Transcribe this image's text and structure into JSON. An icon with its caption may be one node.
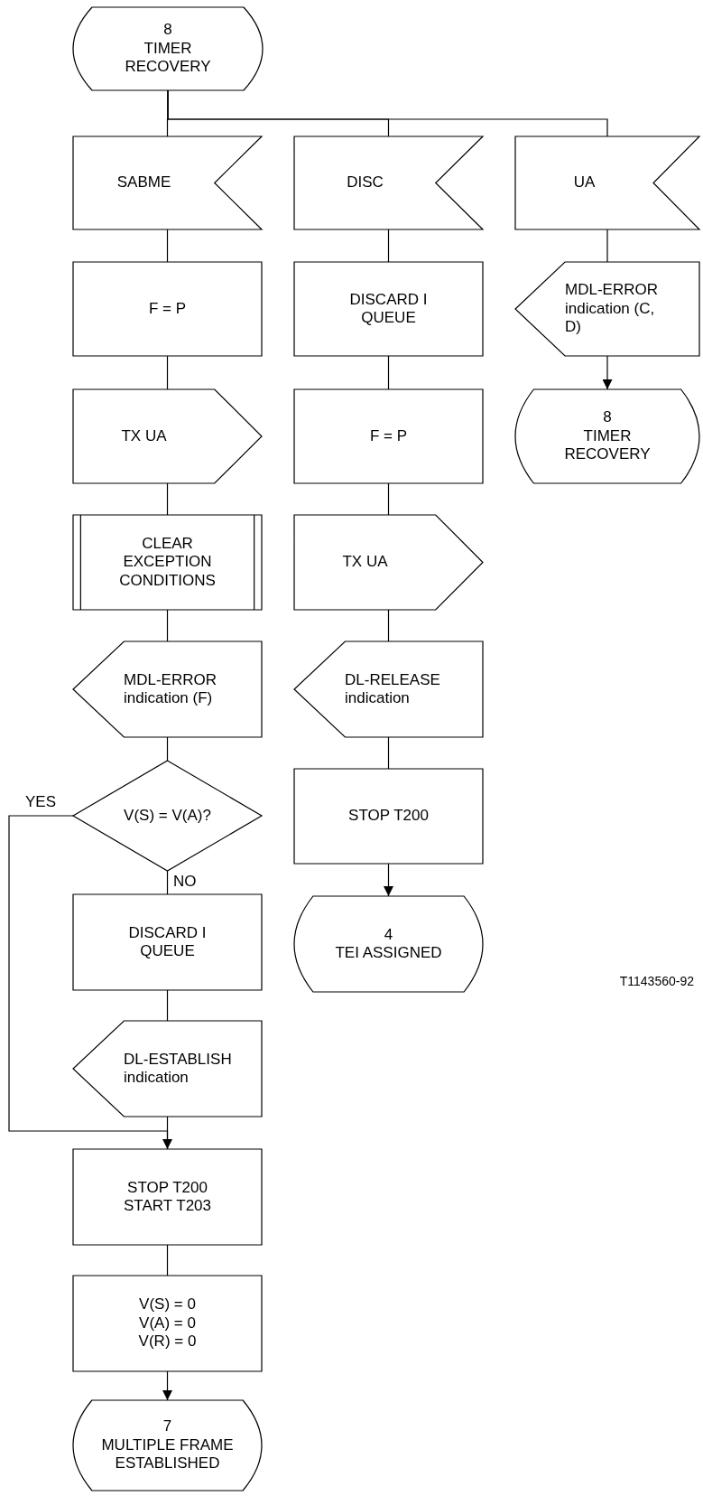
{
  "diagram": {
    "nodes": [
      {
        "text": [
          "8",
          "TIMER RECOVERY"
        ]
      },
      {
        "text": [
          "SABME"
        ]
      },
      {
        "text": [
          "DISC"
        ]
      },
      {
        "text": [
          "UA"
        ]
      },
      {
        "text": [
          "F = P"
        ]
      },
      {
        "text": [
          "DISCARD I QUEUE"
        ]
      },
      {
        "text": [
          "MDL-ERROR indication (C, D)"
        ]
      },
      {
        "text": [
          "8",
          "TIMER RECOVERY"
        ]
      },
      {
        "text": [
          "TX UA"
        ]
      },
      {
        "text": [
          "F = P"
        ]
      },
      {
        "text": [
          "CLEAR EXCEPTION CONDITIONS"
        ]
      },
      {
        "text": [
          "TX UA"
        ]
      },
      {
        "text": [
          "MDL-ERROR indication (F)"
        ]
      },
      {
        "text": [
          "DL-RELEASE indication"
        ]
      },
      {
        "text": [
          "V(S) = V(A)?"
        ]
      },
      {
        "text": [
          "STOP T200"
        ]
      },
      {
        "text": [
          "DISCARD I QUEUE"
        ]
      },
      {
        "text": [
          "4",
          "TEI ASSIGNED"
        ]
      },
      {
        "text": [
          "DL-ESTABLISH indication"
        ]
      },
      {
        "text": [
          "STOP T200",
          "START T203"
        ]
      },
      {
        "text": [
          "V(S) = 0",
          "V(A) = 0",
          "V(R) = 0"
        ]
      },
      {
        "text": [
          "7",
          "MULTIPLE FRAME ESTABLISHED"
        ]
      }
    ],
    "edges": [
      {
        "from": 0,
        "to": 1,
        "arrow": "none"
      },
      {
        "from": 0,
        "to": 2,
        "arrow": "none"
      },
      {
        "from": 0,
        "to": 3,
        "arrow": "none"
      },
      {
        "from": 1,
        "to": 4,
        "arrow": "none"
      },
      {
        "from": 4,
        "to": 8,
        "arrow": "none"
      },
      {
        "from": 8,
        "to": 10,
        "arrow": "none"
      },
      {
        "from": 10,
        "to": 12,
        "arrow": "none"
      },
      {
        "from": 12,
        "to": 14,
        "arrow": "none"
      },
      {
        "from": 14,
        "to": 16,
        "arrow": "none",
        "label": "NO"
      },
      {
        "from": 16,
        "to": 18,
        "arrow": "none"
      },
      {
        "from": 18,
        "to": 19,
        "arrow": "none"
      },
      {
        "from": 14,
        "to": 19,
        "arrow": "to",
        "label": "YES"
      },
      {
        "from": 19,
        "to": 20,
        "arrow": "none"
      },
      {
        "from": 20,
        "to": 21,
        "arrow": "to"
      },
      {
        "from": 2,
        "to": 5,
        "arrow": "none"
      },
      {
        "from": 5,
        "to": 9,
        "arrow": "none"
      },
      {
        "from": 9,
        "to": 11,
        "arrow": "none"
      },
      {
        "from": 11,
        "to": 13,
        "arrow": "none"
      },
      {
        "from": 13,
        "to": 15,
        "arrow": "none"
      },
      {
        "from": 15,
        "to": 17,
        "arrow": "to"
      },
      {
        "from": 3,
        "to": 6,
        "arrow": "none"
      },
      {
        "from": 6,
        "to": 7,
        "arrow": "to"
      }
    ],
    "labels": [
      "T1143560-92"
    ]
  }
}
